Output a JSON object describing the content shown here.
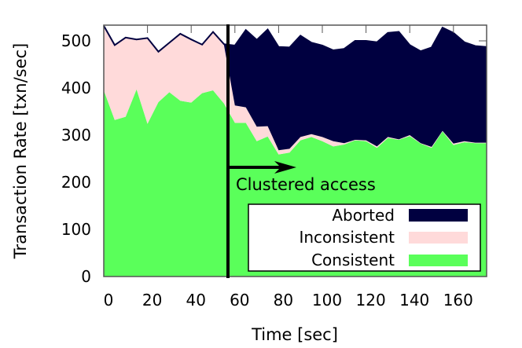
{
  "chart_data": {
    "type": "area",
    "stacked": true,
    "title": "",
    "xlabel": "Time [sec]",
    "ylabel": "Transaction Rate [txn/sec]",
    "xlim": [
      0,
      175
    ],
    "ylim": [
      0,
      535
    ],
    "xticks": [
      0,
      20,
      40,
      60,
      80,
      100,
      120,
      140,
      160
    ],
    "yticks": [
      0,
      100,
      200,
      300,
      400,
      500
    ],
    "grid": false,
    "legend_position": "lower right",
    "x": [
      0,
      5,
      10,
      15,
      20,
      25,
      30,
      35,
      40,
      45,
      50,
      55,
      60,
      65,
      70,
      75,
      80,
      85,
      90,
      95,
      100,
      105,
      110,
      115,
      120,
      125,
      130,
      135,
      140,
      145,
      150,
      155,
      160,
      165,
      170,
      175
    ],
    "series": [
      {
        "name": "Consistent",
        "color": "#5aff5a",
        "values": [
          395,
          332,
          339,
          397,
          324,
          370,
          391,
          373,
          369,
          389,
          395,
          367,
          326,
          326,
          287,
          297,
          259,
          263,
          289,
          296,
          287,
          276,
          280,
          289,
          287,
          273,
          294,
          290,
          298,
          282,
          273,
          308,
          279,
          285,
          283,
          283
        ]
      },
      {
        "name": "Inconsistent",
        "color": "#ffdada",
        "values": [
          137,
          159,
          168,
          106,
          182,
          107,
          105,
          142,
          134,
          103,
          124,
          124,
          37,
          33,
          31,
          22,
          9,
          8,
          7,
          6,
          9,
          11,
          3,
          1,
          2,
          3,
          2,
          1,
          2,
          1,
          2,
          1,
          3,
          2,
          1,
          1
        ]
      },
      {
        "name": "Aborted",
        "color": "#000040",
        "values": [
          0,
          0,
          0,
          0,
          0,
          0,
          0,
          0,
          0,
          0,
          0,
          2,
          127,
          164,
          184,
          205,
          219,
          215,
          215,
          194,
          194,
          193,
          200,
          210,
          211,
          221,
          221,
          228,
          191,
          195,
          211,
          219,
          235,
          210,
          205,
          203
        ]
      }
    ],
    "totals": [
      532,
      491,
      507,
      503,
      506,
      477,
      496,
      515,
      503,
      492,
      519,
      493,
      490,
      523,
      502,
      524,
      487,
      486,
      511,
      496,
      490,
      480,
      483,
      500,
      500,
      497,
      517,
      519,
      491,
      478,
      486,
      528,
      517,
      497,
      489,
      487
    ],
    "annotations": [
      {
        "text": "Clustered access",
        "x": 56,
        "type": "vertical-line-with-arrow",
        "arrow_to_x": 88,
        "arrow_y": 232
      }
    ]
  },
  "labels": {
    "xlabel": "Time [sec]",
    "ylabel": "Transaction Rate [txn/sec]",
    "annotation": "Clustered access",
    "legend": [
      "Aborted",
      "Inconsistent",
      "Consistent"
    ]
  }
}
